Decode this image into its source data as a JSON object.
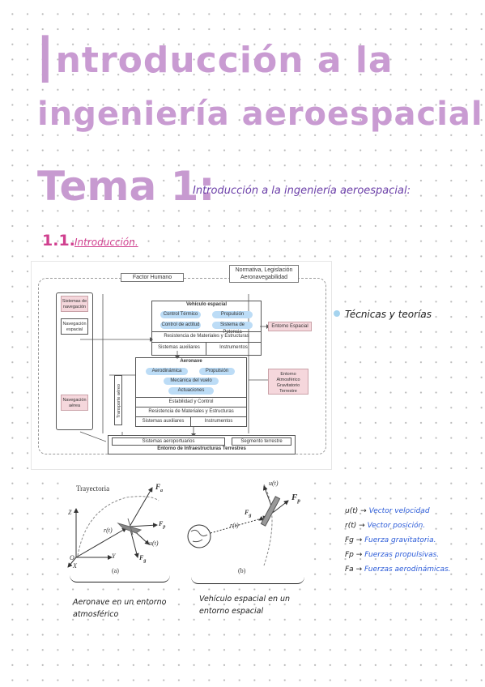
{
  "title": {
    "line1_initial": "I",
    "line1_rest": "ntroducción a la",
    "line2": "ingeniería aeroespacial."
  },
  "tema": {
    "heading": "Tema 1:",
    "subtitle": "Introducción a la ingeniería aeroespacial:"
  },
  "section": {
    "number": "1.1.",
    "title": "Introducción."
  },
  "diagram": {
    "factor_humano": "Factor Humano",
    "normativa": "Normativa, Legislación Aeronavegabilidad",
    "sistemas_navegacion": "Sistemas de navegación",
    "navegacion_espacial": "Navegación espacial",
    "navegacion_aerea": "Navegación aérea",
    "transporte_aereo": "Transporte aéreo",
    "vehiculo_espacial": {
      "title": "Vehículo espacial",
      "control_termico": "Control Térmico",
      "propulsion": "Propulsión",
      "control_actitud": "Control de actitud",
      "sistema_potencia": "Sistema de Potencia",
      "resistencia": "Resistencia de Materiales y Estructuras",
      "sistemas_auxiliares": "Sistemas auxiliares",
      "instrumentos": "Instrumentos"
    },
    "entorno_espacial": "Entorno Espacial",
    "aeronave": {
      "title": "Aeronave",
      "aerodinamica": "Aerodinámica",
      "propulsion": "Propulsión",
      "mecanica_vuelo": "Mecánica del vuelo",
      "actuaciones": "Actuaciones",
      "estabilidad": "Estabilidad y Control",
      "resistencia": "Resistencia de Materiales y Estructuras",
      "sistemas_auxiliares": "Sistemas auxiliares",
      "instrumentos": "Instrumentos"
    },
    "entorno_atmosferico": "Entorno Atmosférico Gravitatorio Terrestre",
    "sistemas_aeroportuarios": "Sistemas aeroportuarios",
    "segmento_terrestre": "Segmento terrestre",
    "infraestructuras": "Entorno de Infraestructuras Terrestres"
  },
  "bullet": "Técnicas y teorías",
  "figure": {
    "trayectoria": "Trayectoria",
    "label_a": "(a)",
    "label_b": "(b)",
    "Fa": "F",
    "Fa_sub": "a",
    "Fp": "F",
    "Fp_sub": "p",
    "Fg": "F",
    "Fg_sub": "g",
    "rt": "r(t)",
    "ut": "u(t)",
    "Z": "Z",
    "X": "X",
    "Y": "Y",
    "O": "O"
  },
  "captions": {
    "a": "Aeronave en un entorno atmosférico",
    "b": "Vehículo espacial en un entorno espacial"
  },
  "legend": [
    {
      "key": "u(t)",
      "value": "Vector velocidad"
    },
    {
      "key": "r(t)",
      "value": "Vector posición."
    },
    {
      "key": "Fg",
      "value": "Fuerza gravitatoria."
    },
    {
      "key": "Fp",
      "value": "Fuerzas propulsivas."
    },
    {
      "key": "Fa",
      "value": "Fuerzas aerodinámicas."
    }
  ],
  "colors": {
    "title": "#c99bd2",
    "subtitle": "#6b3fa8",
    "section": "#d0408f",
    "legend_value": "#2b5bd8",
    "pill": "#bcdcf6",
    "pink_box": "#f5d7dc"
  }
}
